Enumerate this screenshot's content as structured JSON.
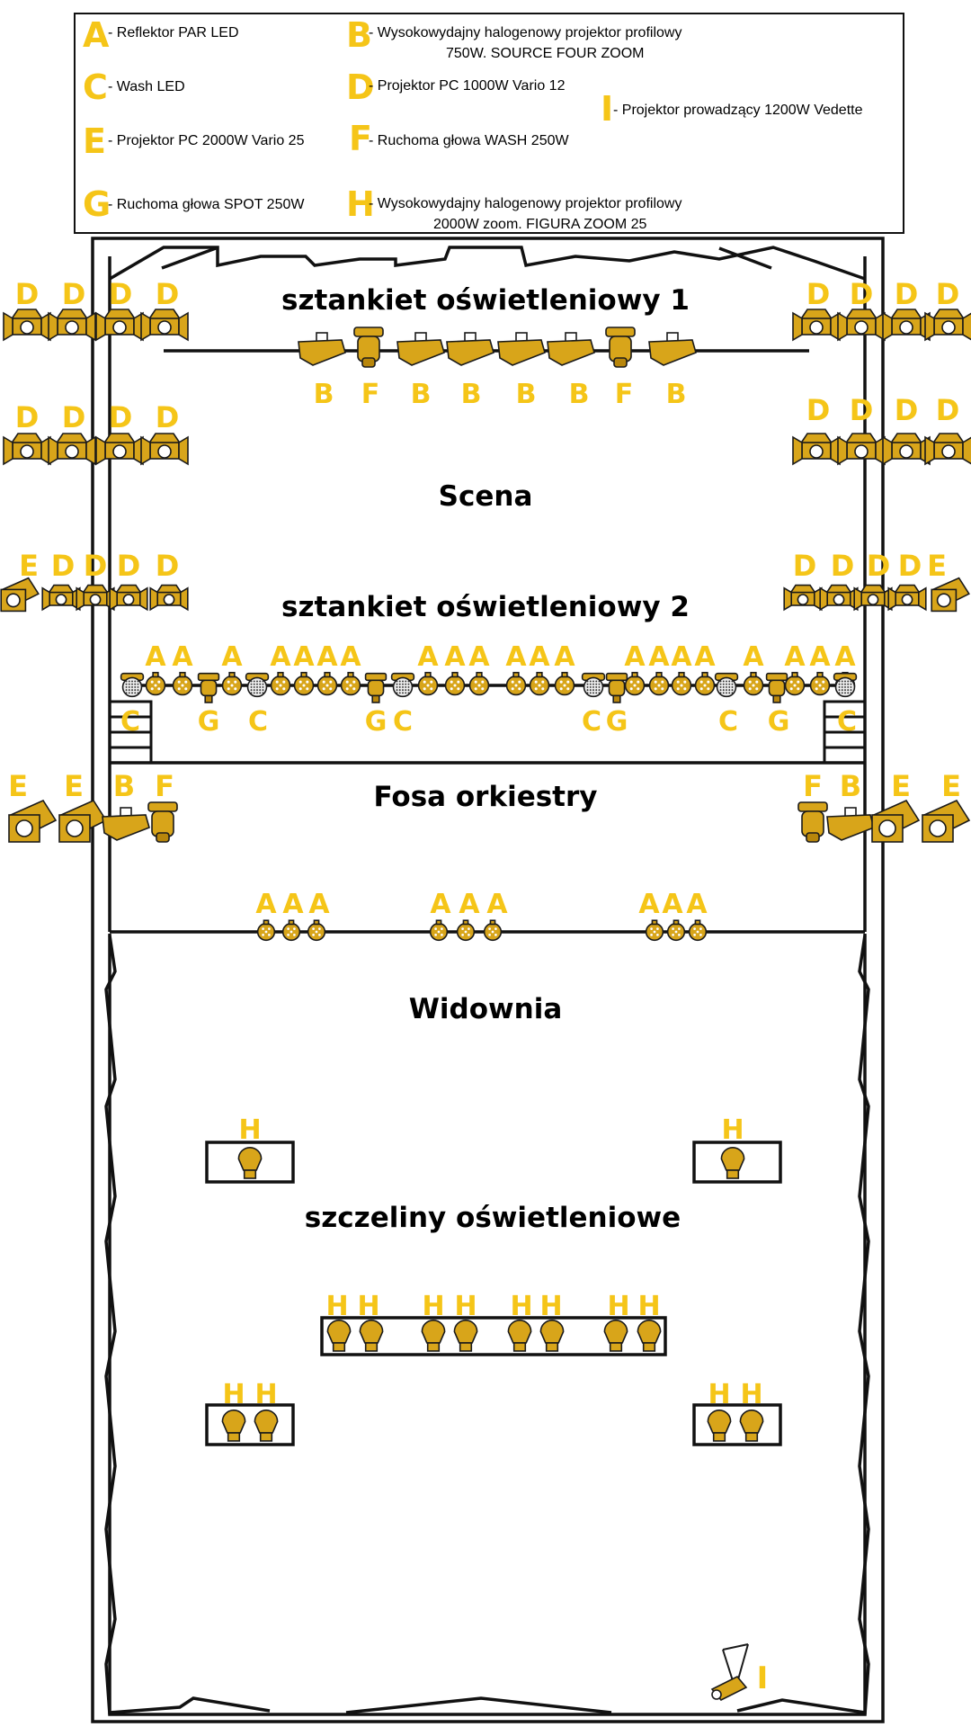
{
  "legend": [
    {
      "key": "A",
      "text": "- Reflektor PAR LED"
    },
    {
      "key": "B",
      "text": "- Wysokowydajny halogenowy projektor profilowy",
      "text2": "750W. SOURCE FOUR ZOOM"
    },
    {
      "key": "C",
      "text": "- Wash LED"
    },
    {
      "key": "D",
      "text": "- Projektor PC 1000W Vario 12"
    },
    {
      "key": "I",
      "text": "- Projektor prowadzący 1200W Vedette"
    },
    {
      "key": "E",
      "text": "- Projektor PC 2000W Vario 25"
    },
    {
      "key": "F",
      "text": "- Ruchoma głowa WASH 250W"
    },
    {
      "key": "G",
      "text": "- Ruchoma głowa SPOT 250W"
    },
    {
      "key": "H",
      "text": "- Wysokowydajny halogenowy projektor profilowy",
      "text2": "2000W zoom. FIGURA ZOOM 25"
    }
  ],
  "zones": {
    "batten1": "sztankiet oświetleniowy 1",
    "stage": "Scena",
    "batten2": "sztankiet oświetleniowy 2",
    "pit": "Fosa orkiestry",
    "audience": "Widownia",
    "slots": "szczeliny oświetleniowe"
  },
  "groups": {
    "d_top_left": [
      "D",
      "D",
      "D",
      "D"
    ],
    "d_top_right": [
      "D",
      "D",
      "D",
      "D"
    ],
    "batten1": [
      "B",
      "F",
      "B",
      "B",
      "B",
      "B",
      "F",
      "B"
    ],
    "d_mid_left": [
      "D",
      "D",
      "D",
      "D"
    ],
    "d_mid_right": [
      "D",
      "D",
      "D",
      "D"
    ],
    "ed_left": [
      "E",
      "D",
      "D",
      "D",
      "D"
    ],
    "ed_right": [
      "D",
      "D",
      "D",
      "D",
      "E"
    ],
    "batten2_top": [
      "A",
      "A",
      "A",
      "A",
      "A",
      "A",
      "A",
      "A",
      "A",
      "A",
      "A",
      "A",
      "A",
      "A",
      "A",
      "A",
      "A",
      "A",
      "A",
      "A",
      "A"
    ],
    "batten2_bottom": [
      "C",
      "G",
      "C",
      "G",
      "C",
      "C",
      "G",
      "C",
      "G",
      "C"
    ],
    "pit_left": [
      "E",
      "E",
      "B",
      "F"
    ],
    "pit_right": [
      "F",
      "B",
      "E",
      "E"
    ],
    "pit_rail": [
      "A",
      "A",
      "A",
      "A",
      "A",
      "A",
      "A",
      "A",
      "A"
    ],
    "slots_single": [
      "H",
      "H"
    ],
    "slots_center": [
      "H",
      "H",
      "H",
      "H",
      "H",
      "H",
      "H",
      "H"
    ],
    "slots_pairs": [
      "H",
      "H",
      "H",
      "H"
    ],
    "followspot": [
      "I"
    ]
  },
  "colors": {
    "label": "#f5c518",
    "fixture": "#d8a51a",
    "line": "#111111"
  }
}
